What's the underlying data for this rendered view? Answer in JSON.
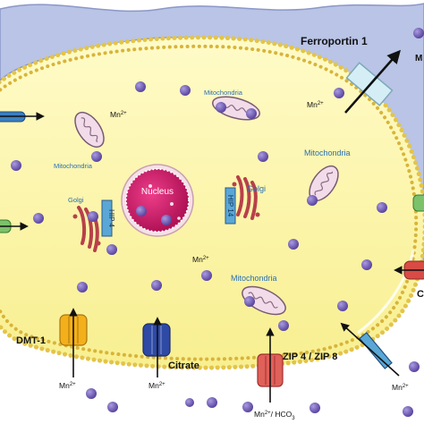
{
  "labels": {
    "ferroportin": "Ferroportin 1",
    "mito_1": "Mitochondria",
    "mito_2": "Mitochondria",
    "mito_3": "Mitochondria",
    "mito_4": "Mitochondria",
    "golgi_1": "Golgi",
    "golgi_2": "Golgi",
    "hip_1": "HIP 4",
    "hip_2": "HIP 14",
    "nucleus": "Nucleus",
    "dmt1": "DMT-1",
    "citrate": "Citrate",
    "zip": "ZIP 4 / ZIP 8",
    "cut_right": "C",
    "cut_top_right": "M"
  },
  "ions": {
    "mn_inside_1": "Mn2+",
    "mn_inside_2": "Mn2+",
    "mn_inside_3": "Mn2+",
    "mn_below_dmt1": "Mn2+",
    "mn_below_citrate": "Mn2+",
    "mn_zip_base": "Mn2+",
    "mn_zip_suffix": "/ HCO3",
    "mn_bottom_right": "Mn2+"
  },
  "colors": {
    "ecm": "#b9c4e6",
    "cytoplasm": "#fbf6a8",
    "membrane_dot": "#e3c44a",
    "ion": "#6a55b0",
    "nucleus": "#d81e70",
    "mito_text": "#2a6fb3",
    "dmt1": "#f3b01a",
    "citrate": "#2f4aa4",
    "zip": "#e0605a",
    "ferroportin": "#d5eef6",
    "hip": "#5aa7d6",
    "golgi": "#b8404a"
  }
}
